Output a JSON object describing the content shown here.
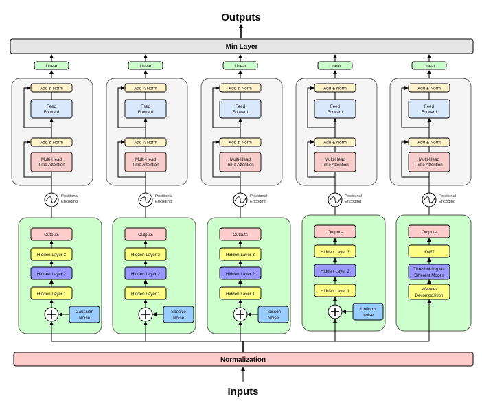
{
  "title_top": "Outputs",
  "title_bottom": "Inputs",
  "min_layer": "Min Layer",
  "normalization": "Normalization",
  "colors": {
    "linear": "#ccffcc",
    "add_norm": "#fff2cc",
    "feed_forward": "#dae8fc",
    "attention": "#f8cecc",
    "transformer_bg": "#f5f5f5",
    "branch_bg": "#ccffcc",
    "outputs": "#ffcccc",
    "hidden_yellow": "#ffff88",
    "hidden_purple": "#9999ff",
    "noise": "#99ccff",
    "bar_gray": "#e6e6e6",
    "bar_pink": "#ffcccc"
  },
  "transformer": {
    "linear": "Linear",
    "add_norm": "Add & Norm",
    "feed_forward_1": "Feed",
    "feed_forward_2": "Forward",
    "attention_1": "Multi-Head",
    "attention_2": "Time Attention",
    "pos_enc_1": "Positional",
    "pos_enc_2": "Encoding"
  },
  "branches": [
    {
      "outputs": "Outputs",
      "layers": [
        "Hidden Layer 3",
        "Hidden Layer 2",
        "Hidden Layer 1"
      ],
      "noise": [
        "Gaussian",
        "Noise"
      ]
    },
    {
      "outputs": "Outputs",
      "layers": [
        "Hidden Layer 3",
        "Hidden Layer 2",
        "Hidden Layer 1"
      ],
      "noise": [
        "Speckle",
        "Noise"
      ]
    },
    {
      "outputs": "Outputs",
      "layers": [
        "Hidden Layer 3",
        "Hidden Layer 2",
        "Hidden Layer 1"
      ],
      "noise": [
        "Poisson",
        "Noise"
      ]
    },
    {
      "outputs": "Outputs",
      "layers": [
        "Hidden Layer 3",
        "Hidden Layer 2",
        "Hidden Layer 1"
      ],
      "noise": [
        "Uniform",
        "Noise"
      ]
    },
    {
      "outputs": "Outputs",
      "layers": [
        "IDWT",
        "Thresholding via|Different Modes",
        "Wavelet|Decomposition"
      ],
      "noise": null
    }
  ]
}
